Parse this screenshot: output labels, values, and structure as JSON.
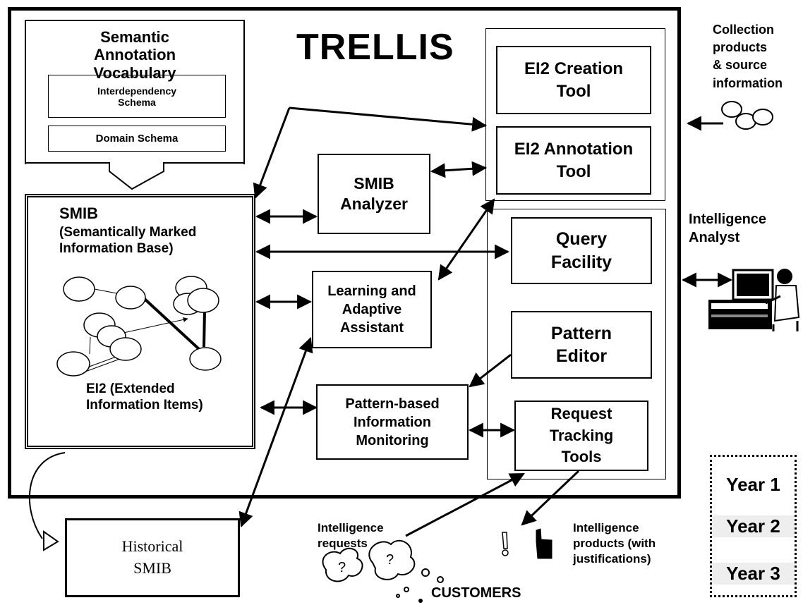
{
  "title": "TRELLIS",
  "vocab": {
    "title_line1": "Semantic",
    "title_line2": "Annotation",
    "title_line3": "Vocabulary",
    "interdependency_line1": "Interdependency",
    "interdependency_line2": "Schema",
    "domain_schema": "Domain Schema"
  },
  "smib": {
    "title": "SMIB",
    "subtitle_line1": "(Semantically Marked",
    "subtitle_line2": "Information Base)",
    "ei2_line1": "EI2 (Extended",
    "ei2_line2": "Information Items)"
  },
  "analyzer": {
    "line1": "SMIB",
    "line2": "Analyzer"
  },
  "learning": {
    "line1": "Learning and",
    "line2": "Adaptive",
    "line3": "Assistant"
  },
  "monitoring": {
    "line1": "Pattern-based",
    "line2": "Information",
    "line3": "Monitoring"
  },
  "creation_tool": {
    "line1": "EI2 Creation",
    "line2": "Tool"
  },
  "annotation_tool": {
    "line1": "EI2 Annotation",
    "line2": "Tool"
  },
  "query": {
    "line1": "Query",
    "line2": "Facility"
  },
  "pattern_editor": {
    "line1": "Pattern",
    "line2": "Editor"
  },
  "request_tracking": {
    "line1": "Request",
    "line2": "Tracking",
    "line3": "Tools"
  },
  "collection": {
    "line1": "Collection",
    "line2": "products",
    "line3": "& source",
    "line4": "information"
  },
  "analyst": {
    "line1": "Intelligence",
    "line2": "Analyst"
  },
  "historical": {
    "line1": "Historical",
    "line2": "SMIB"
  },
  "requests": {
    "line1": "Intelligence",
    "line2": "requests",
    "question": "?"
  },
  "products": {
    "line1": "Intelligence",
    "line2": "products (with",
    "line3": "justifications)"
  },
  "customers": "CUSTOMERS",
  "legend": [
    "Year 1",
    "Year 2",
    "Year 3"
  ]
}
